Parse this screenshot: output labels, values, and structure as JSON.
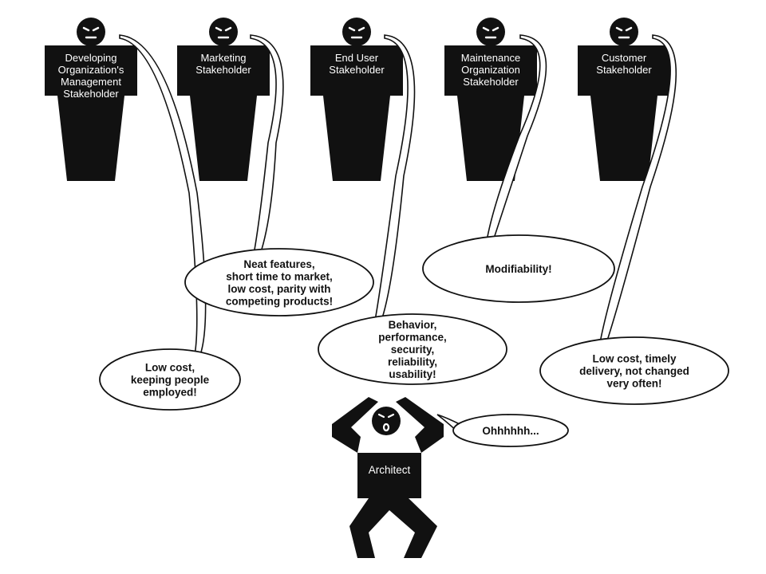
{
  "stakeholders": [
    {
      "label_lines": [
        "Developing",
        "Organization's",
        "Management",
        "Stakeholder"
      ]
    },
    {
      "label_lines": [
        "Marketing",
        "Stakeholder"
      ]
    },
    {
      "label_lines": [
        "End User",
        "Stakeholder"
      ]
    },
    {
      "label_lines": [
        "Maintenance",
        "Organization",
        "Stakeholder"
      ]
    },
    {
      "label_lines": [
        "Customer",
        "Stakeholder"
      ]
    }
  ],
  "bubbles": [
    {
      "lines": [
        "Low cost,",
        "keeping people",
        "employed!"
      ]
    },
    {
      "lines": [
        "Neat features,",
        "short time to market,",
        "low cost, parity with",
        "competing products!"
      ]
    },
    {
      "lines": [
        "Behavior,",
        "performance,",
        "security,",
        "reliability,",
        "usability!"
      ]
    },
    {
      "lines": [
        "Modifiability!"
      ]
    },
    {
      "lines": [
        "Low cost, timely",
        "delivery, not changed",
        "very often!"
      ]
    }
  ],
  "architect": {
    "label": "Architect",
    "speech": "Ohhhhhh..."
  },
  "colors": {
    "figure": "#111111",
    "background": "#ffffff",
    "figure_text": "#ffffff",
    "bubble_stroke": "#111111"
  }
}
